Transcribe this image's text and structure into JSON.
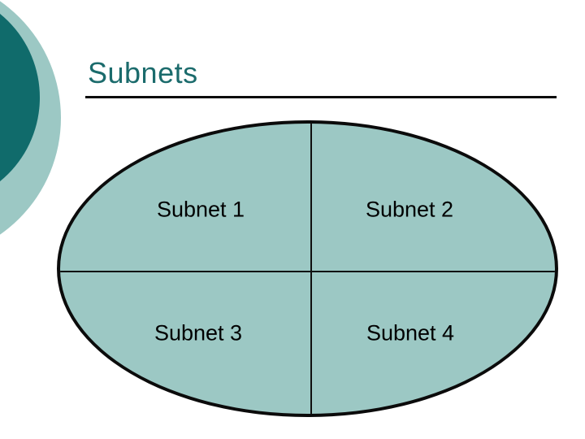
{
  "slide": {
    "title": "Subnets"
  },
  "diagram": {
    "type": "ellipse-quadrants",
    "labels": [
      "Subnet 1",
      "Subnet 2",
      "Subnet 3",
      "Subnet 4"
    ]
  },
  "colors": {
    "accent_dark_teal": "#106B6B",
    "accent_light_teal": "#9CC8C4",
    "title_text": "#1B6B6C",
    "outline_black": "#0B0B0B",
    "label_text": "#000000"
  }
}
